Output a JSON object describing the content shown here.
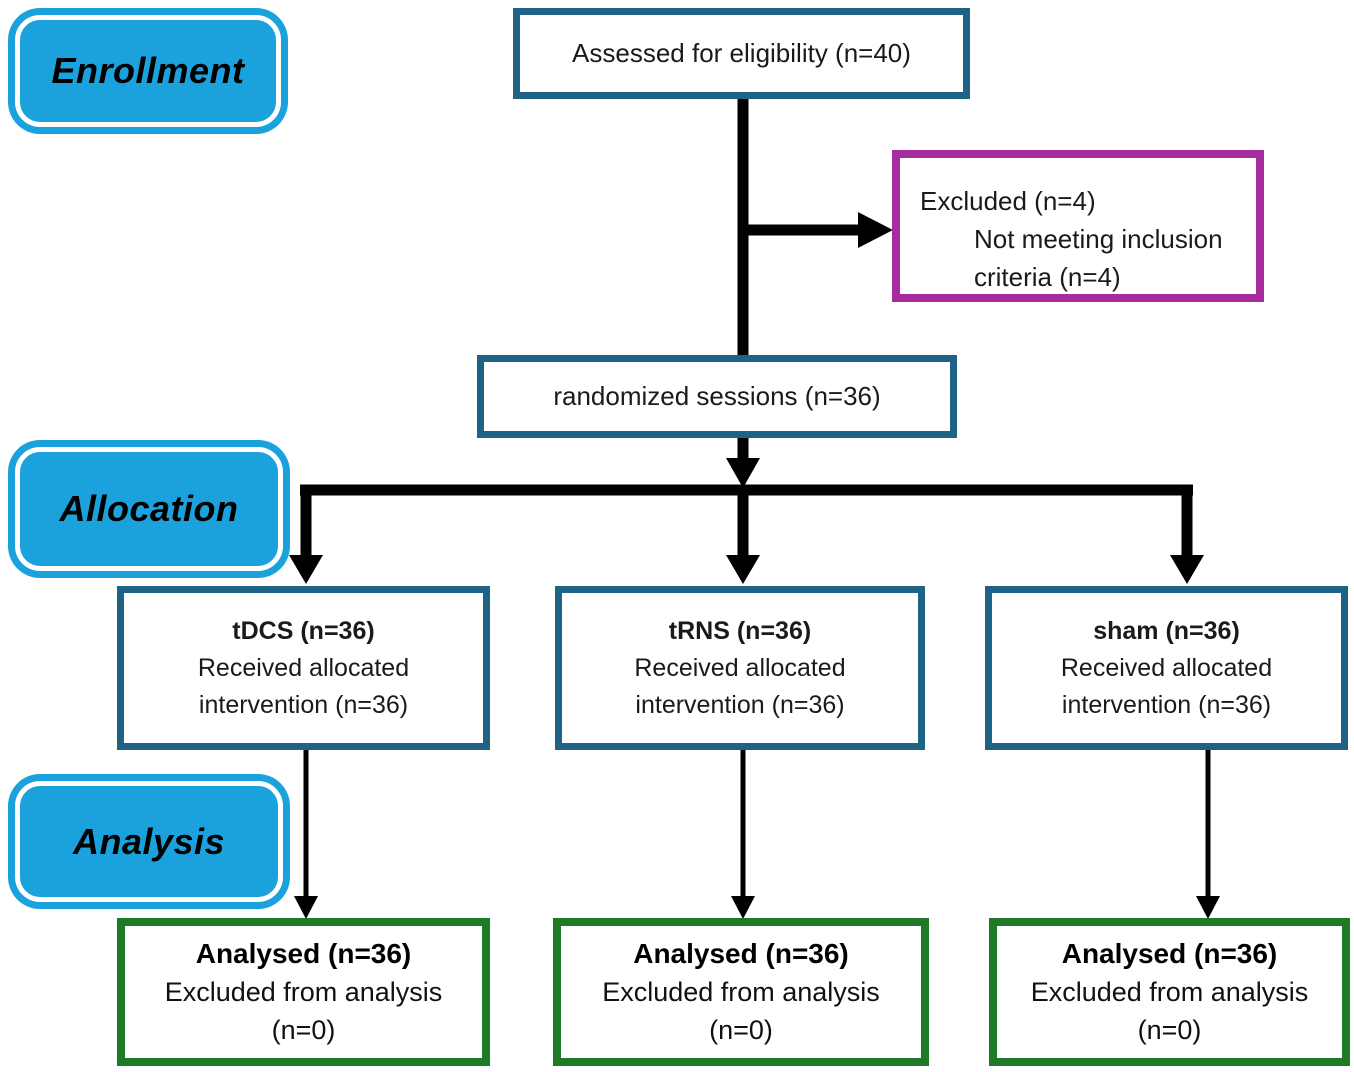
{
  "stages": {
    "enrollment": "Enrollment",
    "allocation": "Allocation",
    "analysis": "Analysis"
  },
  "boxes": {
    "assessed": {
      "text": "Assessed for eligibility (n=40)"
    },
    "excluded": {
      "title": "Excluded (n=4)",
      "reason_line1": "Not meeting inclusion",
      "reason_line2": "criteria (n=4)"
    },
    "randomized": {
      "text": "randomized sessions (n=36)"
    },
    "arms": [
      {
        "title": "tDCS (n=36)",
        "line1": "Received allocated",
        "line2": "intervention (n=36)"
      },
      {
        "title": "tRNS (n=36)",
        "line1": "Received allocated",
        "line2": "intervention (n=36)"
      },
      {
        "title": "sham (n=36)",
        "line1": "Received allocated",
        "line2": "intervention (n=36)"
      }
    ],
    "analysed": [
      {
        "title": "Analysed (n=36)",
        "line1": "Excluded from analysis",
        "line2": "(n=0)"
      },
      {
        "title": "Analysed (n=36)",
        "line1": "Excluded from analysis",
        "line2": "(n=0)"
      },
      {
        "title": "Analysed (n=36)",
        "line1": "Excluded from analysis",
        "line2": "(n=0)"
      }
    ]
  },
  "colors": {
    "stage_fill": "#1BA2DC",
    "flow_border": "#1E6285",
    "excluded_border": "#A62C9D",
    "analysed_border": "#1F7A28",
    "arrow": "#000000",
    "text": "#1A1A1A"
  }
}
